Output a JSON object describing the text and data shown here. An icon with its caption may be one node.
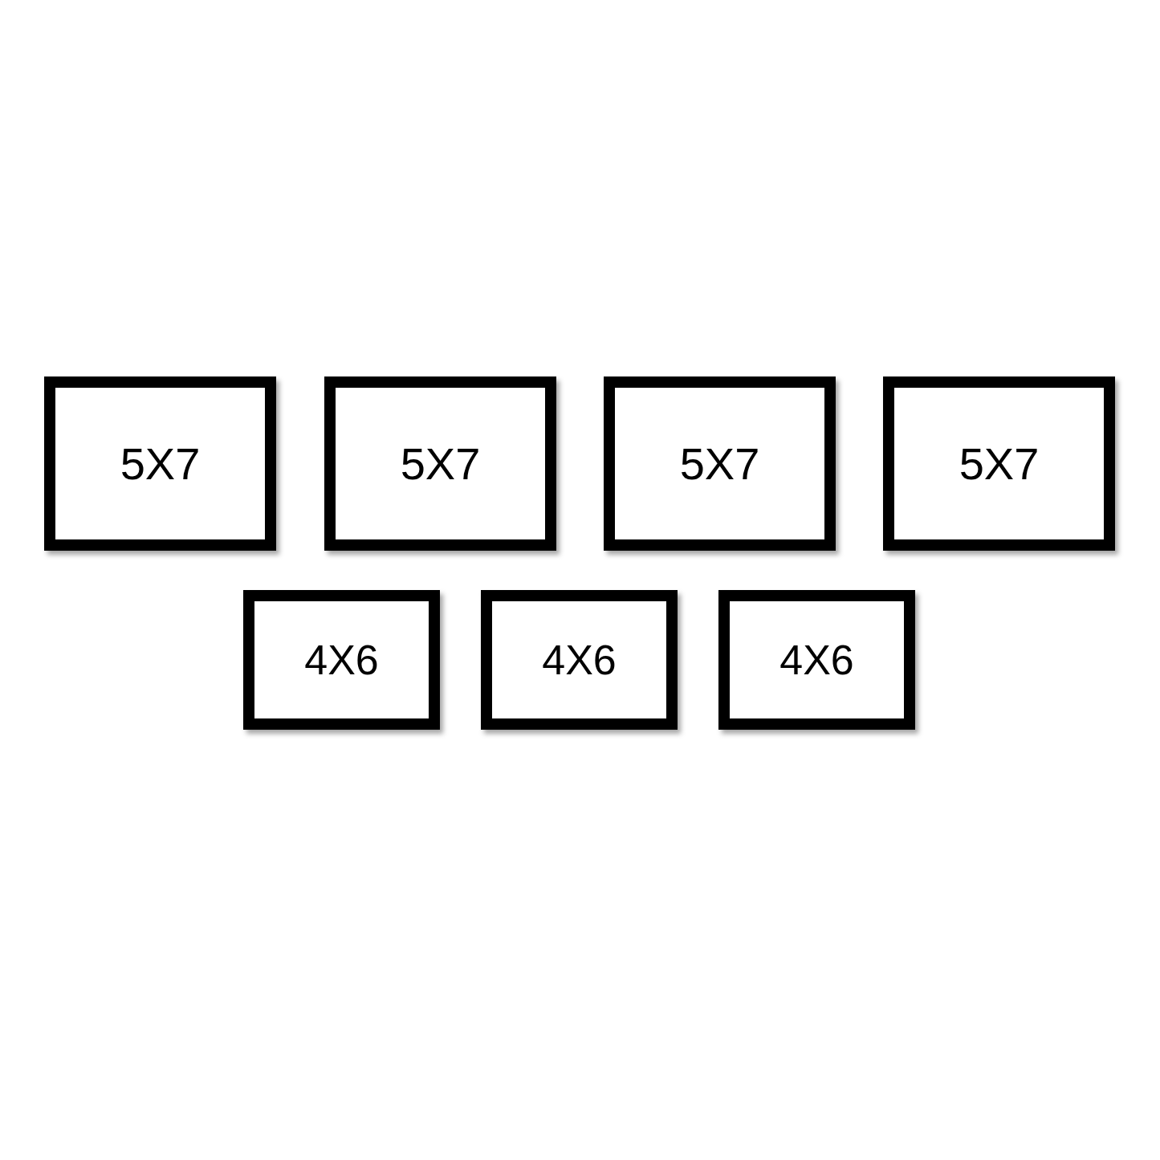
{
  "diagram": {
    "nodes": [
      {
        "text": [
          "5X7"
        ]
      },
      {
        "text": [
          "5X7"
        ]
      },
      {
        "text": [
          "5X7"
        ]
      },
      {
        "text": [
          "5X7"
        ]
      },
      {
        "text": [
          "4X6"
        ]
      },
      {
        "text": [
          "4X6"
        ]
      },
      {
        "text": [
          "4X6"
        ]
      }
    ]
  }
}
